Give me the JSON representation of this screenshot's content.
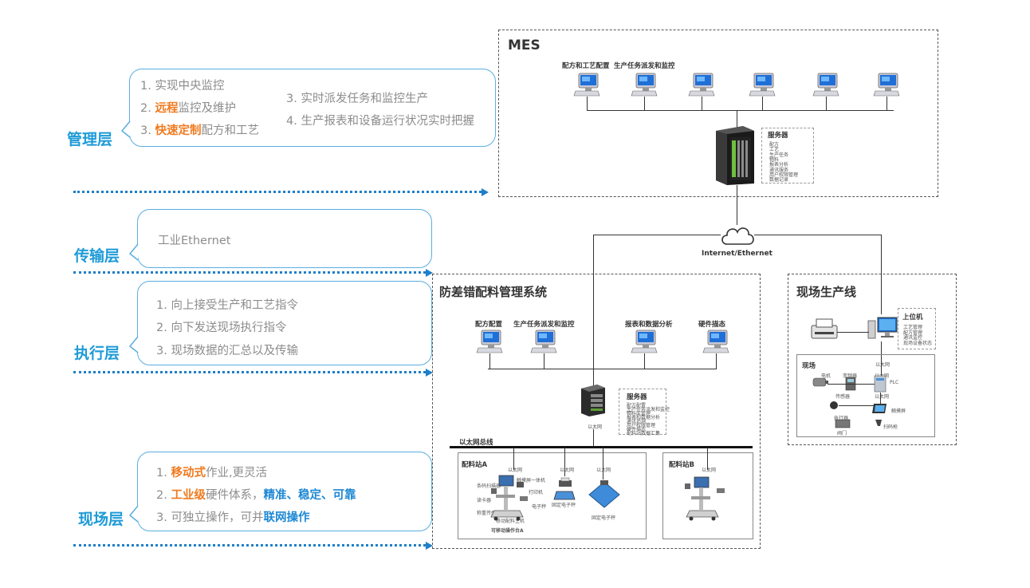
{
  "layers": {
    "management": {
      "title": "管理层",
      "col1": [
        {
          "pre": "1. 实现中央监控",
          "hl": "",
          "post": ""
        },
        {
          "pre": "2. ",
          "hl": "远程",
          "post": "监控及维护"
        },
        {
          "pre": "3. ",
          "hl": "快速定制",
          "post": "配方和工艺"
        }
      ],
      "col2": [
        "3. 实时派发任务和监控生产",
        "4. 生产报表和设备运行状况实时把握"
      ]
    },
    "transport": {
      "title": "传输层",
      "text": "工业Ethernet"
    },
    "execution": {
      "title": "执行层",
      "items": [
        "1.  向上接受生产和工艺指令",
        "2.  向下发送现场执行指令",
        "3.  现场数据的汇总以及传输"
      ]
    },
    "field": {
      "title": "现场层",
      "line1": {
        "pre": "1. ",
        "hl": "移动式",
        "post": "作业,更灵活"
      },
      "line2": {
        "pre": "2. ",
        "hl": "工业级",
        "mid": "硬件体系，",
        "hl2": "精准、稳定、可靠"
      },
      "line3": {
        "pre": "3. 可独立操作，可并",
        "hl": "联网操作"
      }
    }
  },
  "mes": {
    "title": "MES",
    "pc_labels": [
      "配方和工艺配置",
      "生产任务派发和监控"
    ],
    "server_title": "服务器",
    "server_items": [
      "配方",
      "工艺",
      "生产任务",
      "物料",
      "报表分析",
      "通讯服务",
      "用户权限管理",
      "数据记录"
    ]
  },
  "network": {
    "cloud_label": "Internet/Ethernet"
  },
  "anticross": {
    "title": "防差错配料管理系统",
    "pc_labels": [
      "配方配置",
      "生产任务派发和监控",
      "报表和数据分析",
      "硬件描态"
    ],
    "server_title": "服务器",
    "server_items": [
      "配方配置",
      "生产任务派发和监控",
      "物料库管理",
      "报表和数据分析",
      "通讯追溯",
      "用户权限管理",
      "硬件描态",
      "配料站数据汇集"
    ],
    "server_caption": "以太网",
    "bus_label": "以太网总线",
    "station_a": {
      "title": "配料站A",
      "labels": [
        "以太网",
        "以太网",
        "以太网",
        "条码扫描器",
        "触摸屏一体机",
        "打印机",
        "读卡器",
        "电子秤",
        "移动配料主机",
        "称重传感器",
        "可移动操作台A",
        "固定电子秤",
        "固定电子秤"
      ]
    },
    "station_b": {
      "title": "配料站B",
      "labels": [
        "以太网"
      ]
    }
  },
  "production_line": {
    "title": "现场生产线",
    "host_title": "上位机",
    "host_items": [
      "工艺管理",
      "配方管理",
      "通讯监控",
      "现场设备状态"
    ],
    "labels": [
      "以太网"
    ],
    "field": {
      "title": "现场",
      "labels": [
        "电机",
        "变频器",
        "以太网",
        "PLC",
        "传感器",
        "以太网",
        "执行器",
        "触摸屏",
        "阀门",
        "扫码枪"
      ]
    }
  },
  "colors": {
    "accent_blue": "#1e9bd7",
    "highlight_orange": "#f07a1f",
    "highlight_blue": "#1e88d4",
    "dotted_line": "#1f7fc8"
  }
}
